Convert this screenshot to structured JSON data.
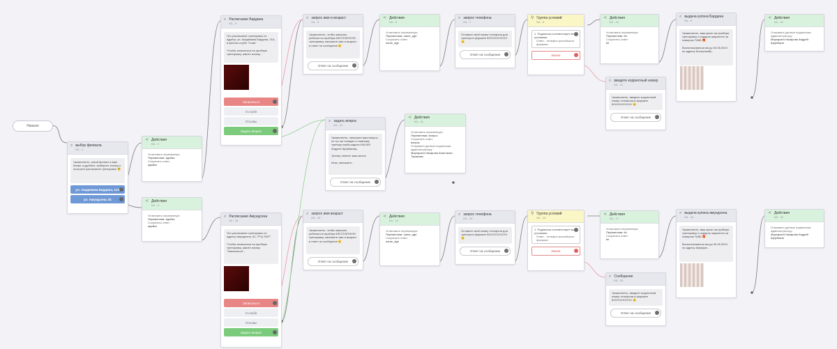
{
  "start": {
    "label": "Начало"
  },
  "labels": {
    "send_answer": "Ответ на сообщение"
  },
  "nodes": {
    "fil": {
      "title": "выбор филиала",
      "id": "КА - 1",
      "text": "Чкааплатеть, какой филиал к вам ближе и удобнее, выберите кнопку и получите расписание тренировок 🧐",
      "buttons": [
        "ул. Академика Бардина, 21А",
        "ул. Амундсена, 81"
      ]
    },
    "act2": {
      "title": "Действия",
      "id": "КА - 2",
      "lines": [
        "Установить переменную:",
        "Переменная: адойко",
        "Сохранить ответ:",
        "адойко"
      ]
    },
    "act4": {
      "title": "Действия",
      "id": "КА - 4",
      "lines": [
        "Установить переменную:",
        "Переменная: адойко",
        "Сохранить ответ:",
        "адойко"
      ]
    },
    "sched1": {
      "title": "Расписание Бардина",
      "id": "КА - 3",
      "text": "Это расписание тренировок по адресу: ул. Академика Бардина, 21А, в фитнес-клубе \"Сова\"\n\n*Чтобы записаться на пробную тренировку, жмите кнопку...",
      "buttons": [
        "Записаться",
        "О клубе",
        "Отзывы",
        "Задать вопрос"
      ]
    },
    "sched2": {
      "title": "Расписание Амундсена",
      "id": "КА - 16",
      "text": "Это расписание тренировок по адресу Амундсена, 81, ТРЦ \"КИТ\"\n\n*Чтобы записаться на пробную тренировку, жмите кнопку \"Записаться\"...",
      "buttons": [
        "Записаться",
        "О клубе",
        "Отзывы",
        "Задать вопрос"
      ]
    },
    "ask1": {
      "title": "запрос имя и возраст",
      "id": "КА - 5",
      "text": "Чкааплатеть, чтобы записать ребенка на пробную БЕСПЛАТНУЮ тренировку, напишите имя и возраст в ответ на сообщение 😊"
    },
    "ask2": {
      "title": "запрос имя возраст",
      "id": "КА - 15",
      "text": "Чкааплатеть, чтобы записать ребенка на пробную БЕСПЛАТНУЮ тренировку, напишите имя и возраст в ответ на сообщение 😊"
    },
    "q": {
      "title": "задать вопрос",
      "id": "КА - 22",
      "text": "Чкааплатеть, напишите ваш вопрос, он тут же попадет к главному тренеру клуба-кадета HALINS Андрею Щербакову.\n\nТренер ответит вам лично!\n\nИтак, напишите..."
    },
    "actq": {
      "title": "Действия",
      "id": "КА - 21",
      "lines": [
        "Установить переменную:",
        "Переменная: вопрос",
        "Сохранить ответ:",
        "вопрос",
        "Отправить данные подписчика администратору:",
        "Маргарита Назарова Анастасия Тарапова"
      ]
    },
    "act6": {
      "title": "Действия",
      "id": "КА - 6",
      "lines": [
        "Установить переменную:",
        "Переменная: name_age",
        "Сохранить ответ:",
        "name_age"
      ]
    },
    "act14": {
      "title": "Действия",
      "id": "КА - 14",
      "lines": [
        "Установить переменную:",
        "Переменная: name_age",
        "Сохранить ответ:",
        "name_age"
      ]
    },
    "tel1": {
      "title": "запрос телефона",
      "id": "КА - 7",
      "text": "Оставьте свой номер телефона для тренера в формате 8XXXXXXXXXX 😊"
    },
    "tel2": {
      "title": "запрос телефона",
      "id": "КА - 15",
      "text": "Оставьте свой номер телефона для тренера в формате 8XXXXXXXXXX 😊"
    },
    "cond1": {
      "title": "Группа условий",
      "id": "КА - 8",
      "cond": "1. Подписчик соответствует всем условиям:",
      "sub": "Ответ - телефон российского формата",
      "else": "Иначе"
    },
    "cond2": {
      "title": "Группа условий",
      "id": "КА - 13",
      "cond": "1. Подписчик соответствует всем условиям:",
      "sub": "Ответ - телефон российского формата",
      "else": "Иначе"
    },
    "act10": {
      "title": "Действия",
      "id": "КА - 10",
      "lines": [
        "Установить переменную:",
        "Переменная: tel",
        "Сохранить ответ:",
        "tel"
      ]
    },
    "act17": {
      "title": "Действия",
      "id": "КА - 17",
      "lines": [
        "Установить переменную:",
        "Переменная: tel",
        "Сохранить ответ:",
        "tel"
      ]
    },
    "coup1": {
      "title": "выдача купона Бардина",
      "id": "КА - 9",
      "text": "Чкааплатеть, ваш купон на пробную тренировку и подарок закреплен за номером ТАКБ 🎁\n\nВоспользоваться им до 30.06.2024 по адресу Бостреныбу..."
    },
    "coup2": {
      "title": "выдача купона амундсена",
      "id": "КА - 16",
      "text": "Чкааплатеть, ваш купон на пробную тренировку и подарок закреплен за номером ТАКБ 🎁\n\nВоспользоваться им до 30.06.2024 по адресу Амундсе..."
    },
    "act21": {
      "title": "Действия",
      "id": "КА - 21",
      "lines": [
        "Отправить данные подписчика администратору:",
        "Маргарита Назарова Андрей Щербаков"
      ]
    },
    "act22": {
      "title": "Действия",
      "id": "КА - 22",
      "lines": [
        "Отправить данные подписчика администратору:",
        "Маргарита Назарова Андрей Щербаков"
      ]
    },
    "err1": {
      "title": "введите корректный номер",
      "id": "КА - 11",
      "text": "Чкааплатеть, введите корректный номер телефона в формате 8XXXXXXXXXX 😊"
    },
    "err2": {
      "title": "Сообщение",
      "id": "КА - 20",
      "text": "Чкааплатеть, введите корректный номер телефона в формате 8XXXXXXXXXX 😊"
    }
  },
  "colors": {
    "action_header": "#d9f2dd",
    "message_header": "#e6e8ee",
    "condition_header": "#fbf6c6",
    "primary_button": "#6f98d6",
    "red_button": "#e88585",
    "green_button": "#7ccb7c"
  }
}
